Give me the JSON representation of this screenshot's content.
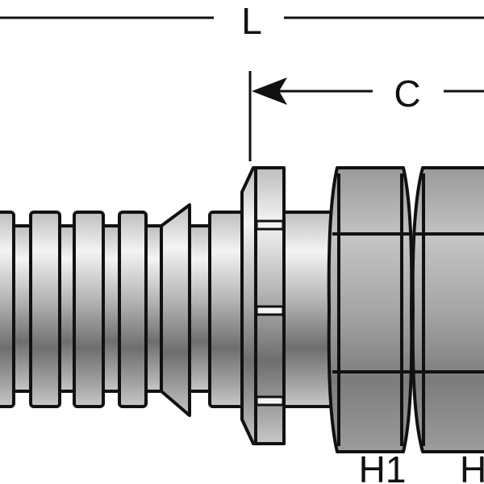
{
  "dimensions": {
    "length_label": "L",
    "cutoff_label": "C",
    "hex1_label": "H1",
    "hex2_label": "H"
  },
  "colors": {
    "outline": "#111111",
    "metal_light": "#f2f2f2",
    "metal_dark": "#6e6e6e"
  }
}
